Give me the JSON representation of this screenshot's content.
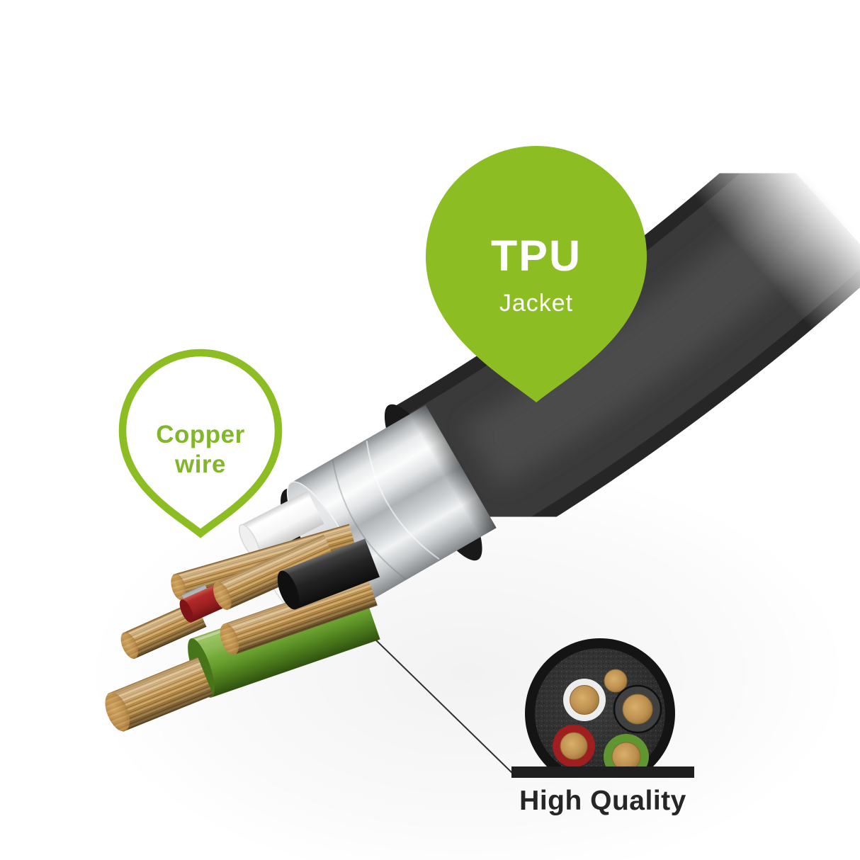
{
  "image": {
    "type": "annotated-product-cutaway",
    "subject": "cable construction diagram",
    "background": "#FFFFFF"
  },
  "callouts": {
    "tpu": {
      "title": "TPU",
      "subtitle": "Jacket",
      "balloon_color": "#8CBE23",
      "text_color": "#FFFFFF"
    },
    "copper": {
      "line1": "Copper",
      "line2": "wire",
      "balloon_fill": "#FFFFFF",
      "border_color": "#8CBE23",
      "text_color": "#82B72A"
    }
  },
  "caption": {
    "text": "High Quality",
    "color": "#262626"
  },
  "palette": {
    "accent_green": "#8CBE23",
    "jacket_gray": "#3A3A3A",
    "copper_tan": "#C49753",
    "foil_silver": "#D5D8DA",
    "wire_green": "#69A22E",
    "wire_red": "#A32024",
    "wire_black": "#232323",
    "wire_white": "#F2F2F2"
  },
  "cross_section": {
    "conductor_rings": [
      "white-insulated",
      "bare-copper",
      "black-insulated",
      "red-insulated",
      "green-insulated"
    ]
  }
}
